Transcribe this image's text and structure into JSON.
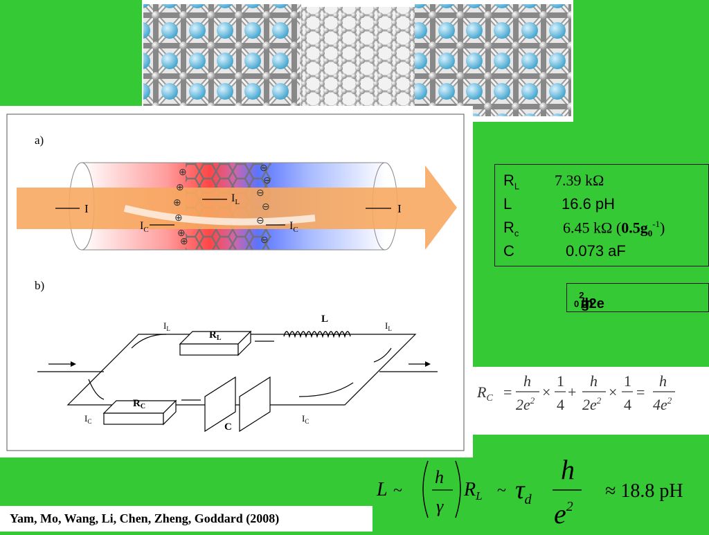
{
  "params": {
    "rows": [
      {
        "symbol": "R",
        "sub": "L",
        "value": "7.39 kΩ"
      },
      {
        "symbol": "L",
        "sub": "",
        "value": "16.6 pH"
      },
      {
        "symbol": "R",
        "sub": "c",
        "value": "6.45 kΩ (",
        "extra_bold": "0.5g",
        "extra_sub": "0",
        "extra_sup": "-1",
        "extra_close": ")"
      },
      {
        "symbol": "C",
        "sub": "",
        "value": "0.073 aF"
      }
    ]
  },
  "g0": {
    "g": "g",
    "sub": "0",
    "rest": "=2e",
    "sup": "2",
    "tail": "/h"
  },
  "panel_a": {
    "label": "a)",
    "current_I": "I",
    "current_IL": "I",
    "current_IL_sub": "L",
    "current_IC": "I",
    "current_IC_sub": "C"
  },
  "panel_b": {
    "label": "b)",
    "IL": "I",
    "IL_sub": "L",
    "IC": "I",
    "IC_sub": "C",
    "RL": "R",
    "RL_sub": "L",
    "RC": "R",
    "RC_sub": "C",
    "L": "L",
    "C": "C"
  },
  "rc_equation": {
    "lhs": "R",
    "lhs_sub": "C",
    "eq": "=",
    "h": "h",
    "den1": "2e",
    "sup": "2",
    "times": "×",
    "one": "1",
    "four": "4",
    "plus": "+",
    "den3": "4e"
  },
  "l_equation": {
    "L": "L",
    "tilde": "~",
    "h": "h",
    "gamma": "γ",
    "R": "R",
    "R_sub": "L",
    "tau": "τ",
    "tau_sub": "d",
    "e": "e",
    "e_sup": "2",
    "result": "≈ 18.8 pH"
  },
  "citation": "Yam, Mo, Wang, Li, Chen, Zheng, Goddard (2008)",
  "colors": {
    "background": "#36c936",
    "arrow": "#f7a860",
    "red": "#ff3030",
    "blue": "#3060ff",
    "atom": "#7fc8e6"
  }
}
